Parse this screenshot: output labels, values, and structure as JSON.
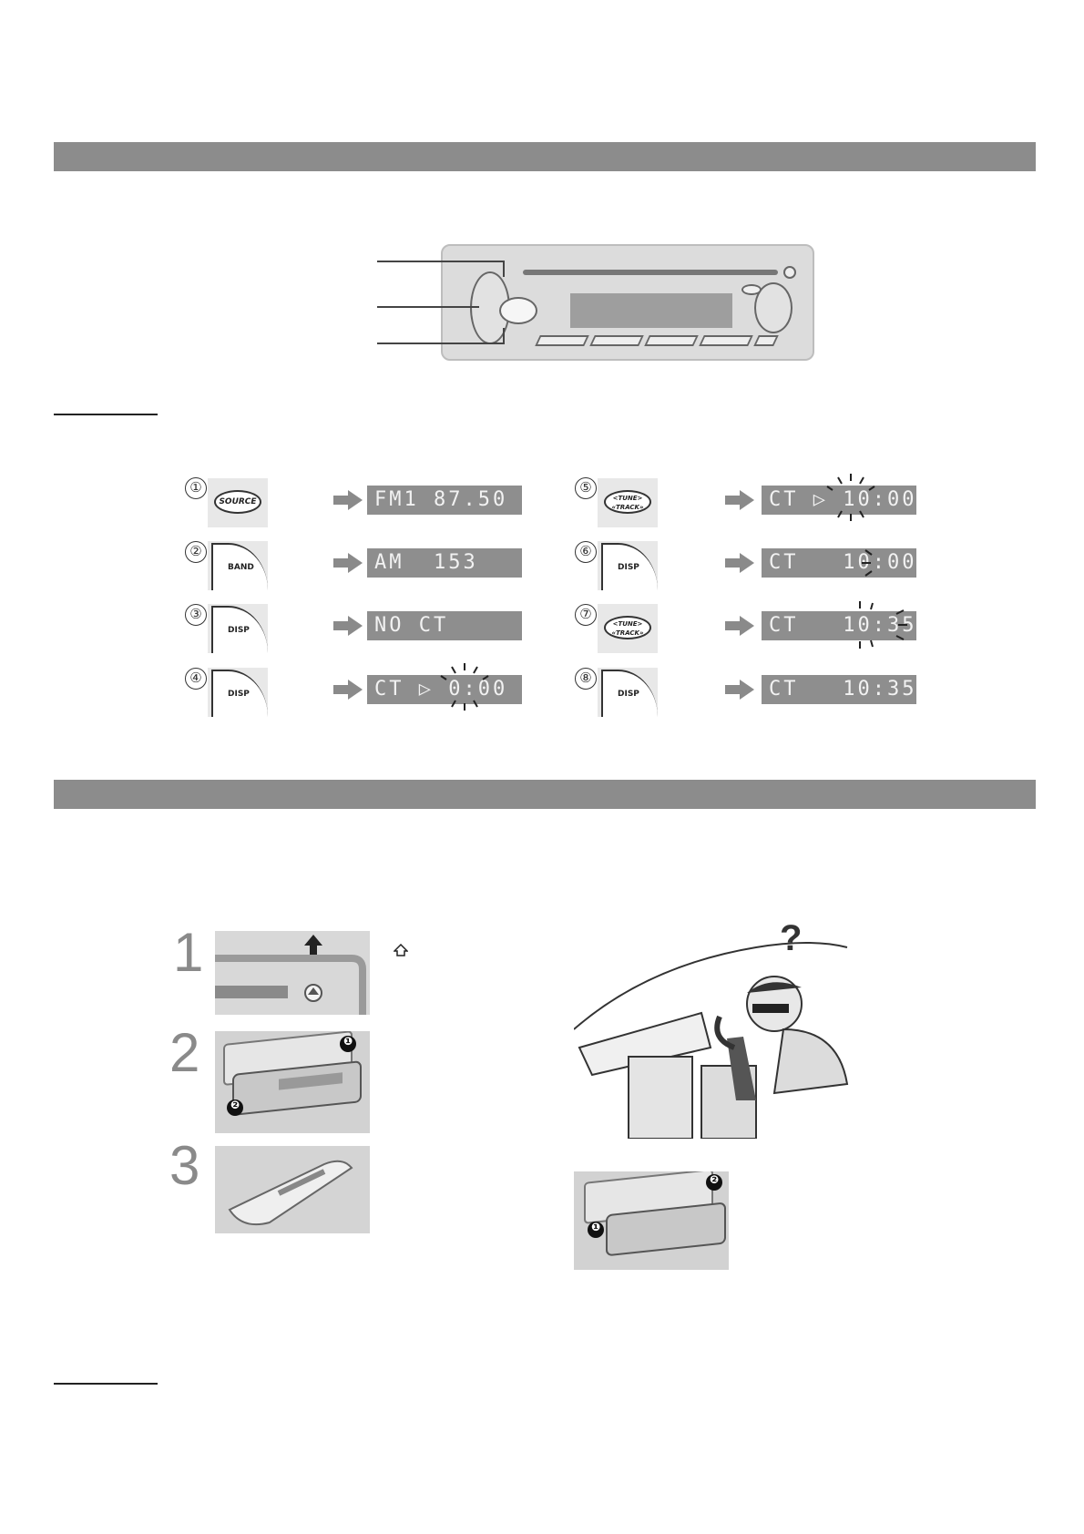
{
  "steps": [
    {
      "num": "①",
      "key": "SOURCE",
      "key_style": "oval",
      "display": "FM1 87.50"
    },
    {
      "num": "②",
      "key": "BAND",
      "key_style": "shape",
      "display": "AM  153"
    },
    {
      "num": "③",
      "key": "DISP",
      "key_style": "shape",
      "display": "NO CT"
    },
    {
      "num": "④",
      "key": "DISP",
      "key_style": "shape",
      "display": "CT ▷ 0:00"
    },
    {
      "num": "⑤",
      "key_top": "<TUNE>",
      "key_bottom": "«TRACK»",
      "key_style": "oval-two",
      "display": "CT ▷ 10:00"
    },
    {
      "num": "⑥",
      "key": "DISP",
      "key_style": "shape",
      "display": "CT   10:00"
    },
    {
      "num": "⑦",
      "key_top": "<TUNE>",
      "key_bottom": "«TRACK»",
      "key_style": "oval-two",
      "display": "CT   10:35"
    },
    {
      "num": "⑧",
      "key": "DISP",
      "key_style": "shape",
      "display": "CT   10:35"
    }
  ],
  "removal": {
    "step_numbers": [
      "1",
      "2",
      "3"
    ],
    "callout_numbers": [
      "❶",
      "❷"
    ],
    "question_mark": "?"
  },
  "colors": {
    "bar": "#8c8c8c",
    "lcd": "#8e8e8e",
    "arrow": "#8a8a8a",
    "big_numbers": "#8a8a8a"
  },
  "icons": [
    "home-eject-icon",
    "arrow-right-icon",
    "flash-burst-icon",
    "up-arrow-icon"
  ]
}
